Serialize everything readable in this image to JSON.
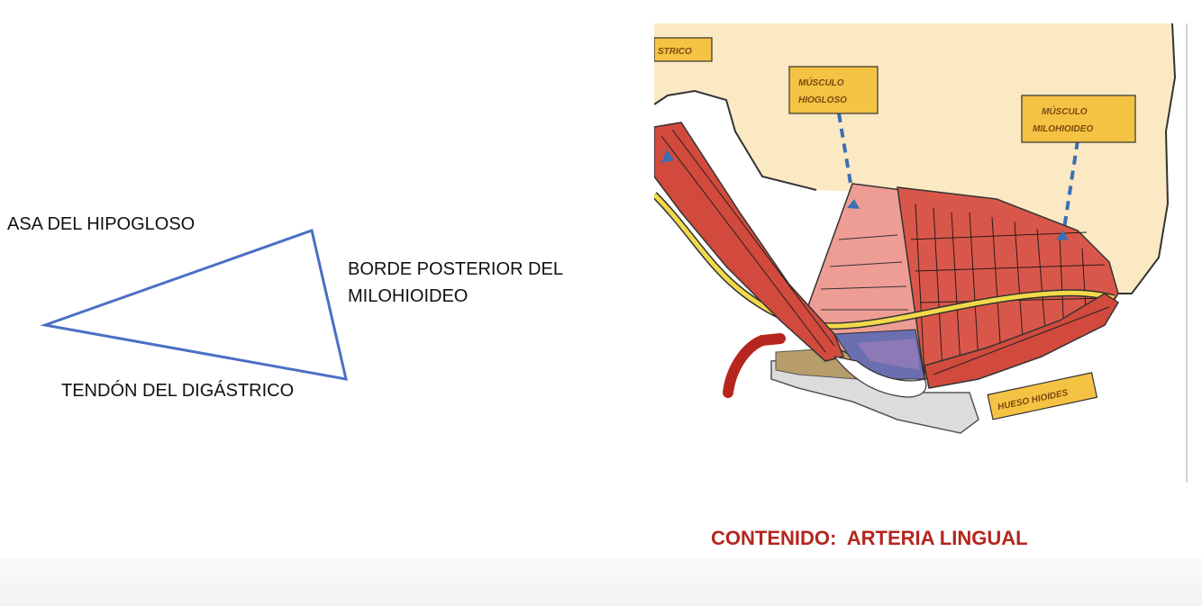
{
  "triangle_labels": {
    "top": "ASA DEL HIPOGLOSO",
    "right_line1": "BORDE POSTERIOR DEL",
    "right_line2": "MILOHIOIDEO",
    "bottom": "TENDÓN DEL DIGÁSTRICO"
  },
  "illustration_tags": {
    "digastrico_partial": "STRICO",
    "hiogloso_line1": "MÚSCULO",
    "hiogloso_line2": "HIOGLOSO",
    "milohioideo_line1": "MÚSCULO",
    "milohioideo_line2": "MILOHIOIDEO",
    "hueso_hioides": "HUESO HIOIDES"
  },
  "content_caption": "CONTENIDO:  ARTERIA LINGUAL",
  "colors": {
    "triangle_stroke": "#4a6fc4",
    "caption": "#b3261e",
    "tag_fill": "#f5c344",
    "background_skin": "#fbe9c4",
    "muscle_red": "#d9574a"
  }
}
